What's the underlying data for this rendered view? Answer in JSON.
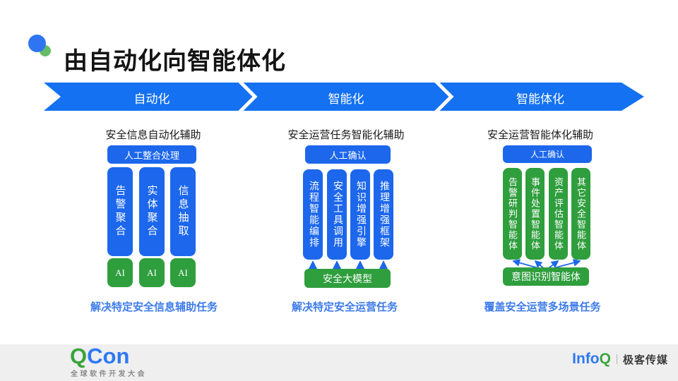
{
  "colors": {
    "band_blue": "#1471f1",
    "element_blue": "#1c67ec",
    "green": "#2f9e3d",
    "caption_blue": "#3d7bea",
    "title_color": "#141414",
    "footer_bg": "#efeff0",
    "qcon_green": "#3aa53c",
    "qcon_blue": "#2e79f2"
  },
  "slide": {
    "title": "由自动化向智能体化",
    "stages": [
      {
        "label": "自动化"
      },
      {
        "label": "智能化"
      },
      {
        "label": "智能体化"
      }
    ],
    "columns": [
      {
        "heading": "安全信息自动化辅助",
        "top_box": "人工整合处理",
        "bars": [
          "告警聚合",
          "实体聚合",
          "信息抽取"
        ],
        "ai_label": "AI",
        "caption": "解决特定安全信息辅助任务"
      },
      {
        "heading": "安全运营任务智能化辅助",
        "top_box": "人工确认",
        "bars": [
          "流程智能编排",
          "安全工具调用",
          "知识增强引擎",
          "推理增强框架"
        ],
        "bottom_box": "安全大模型",
        "caption": "解决特定安全运营任务"
      },
      {
        "heading": "安全运营智能体化辅助",
        "top_box": "人工确认",
        "bars": [
          "告警研判智能体",
          "事件处置智能体",
          "资产评估智能体",
          "其它安全智能体"
        ],
        "bottom_box": "意图识别智能体",
        "caption": "覆盖安全运营多场景任务"
      }
    ]
  },
  "footer": {
    "qcon_q": "Q",
    "qcon_con": "Con",
    "qcon_subtitle": "全球软件开发大会",
    "infoq_info": "Info",
    "infoq_q": "Q",
    "media_label": "极客传媒"
  }
}
